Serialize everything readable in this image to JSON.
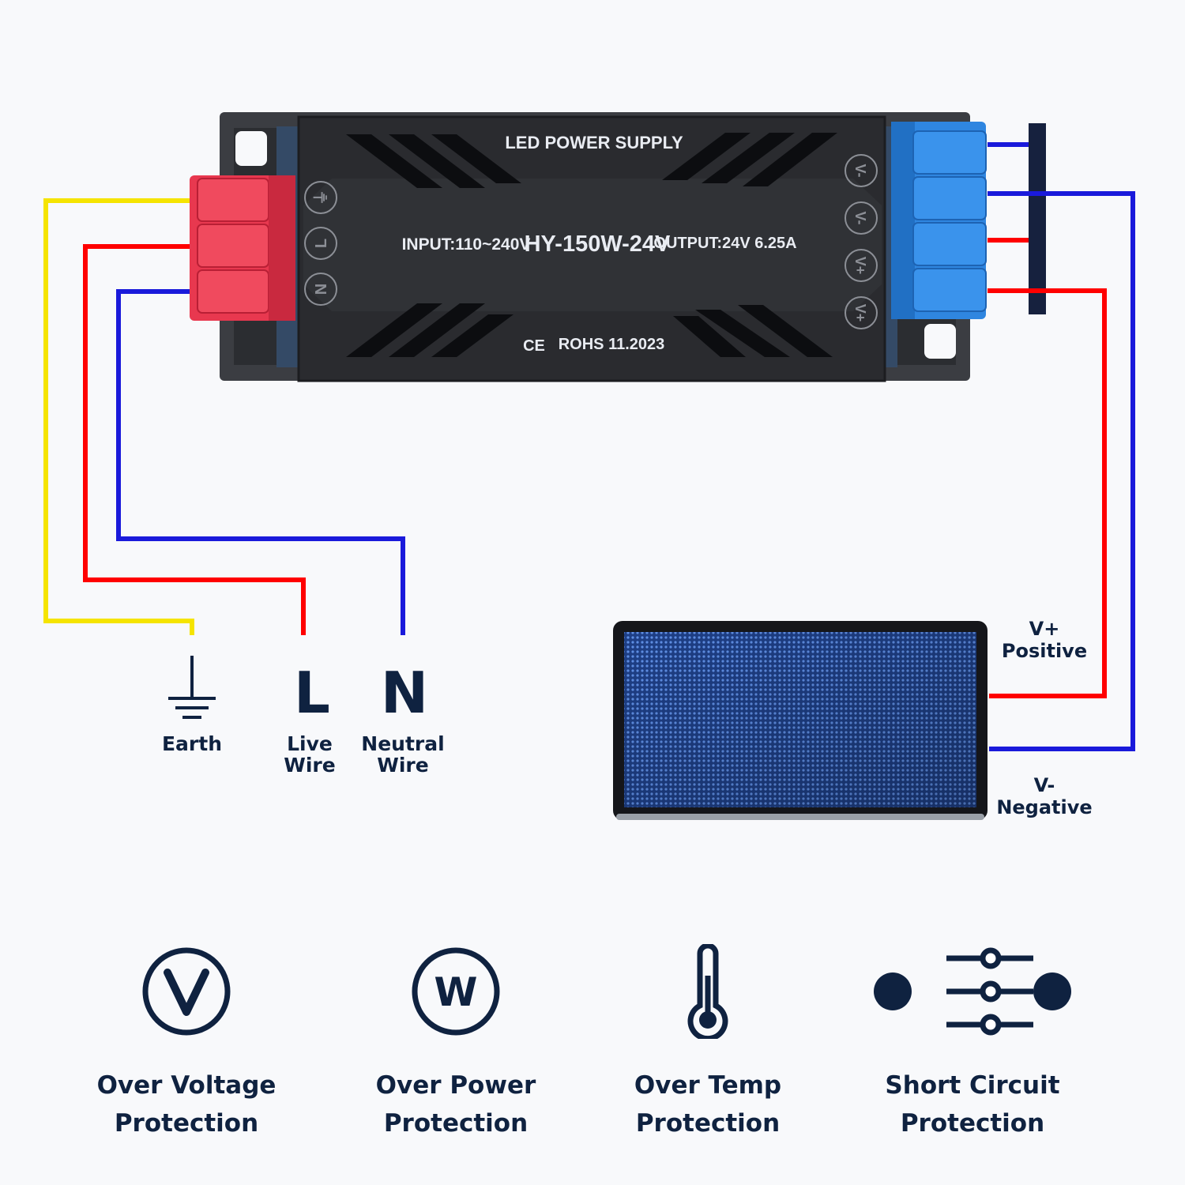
{
  "product": {
    "title": "LED POWER SUPPLY",
    "input": "INPUT:110~240V",
    "model": "HY-150W-24V",
    "output": "OUTPUT:24V 6.25A",
    "cert_mark": "CE",
    "cert": "ROHS 11.2023",
    "input_terminals": [
      "⏚",
      "L",
      "N"
    ],
    "output_terminals": [
      "V-",
      "V-",
      "V+",
      "V+"
    ]
  },
  "input_wires": [
    {
      "symbol": "",
      "label_lines": [
        "Earth"
      ],
      "color": "#f5e400"
    },
    {
      "symbol": "L",
      "label_lines": [
        "Live",
        "Wire"
      ],
      "color": "#ff0000"
    },
    {
      "symbol": "N",
      "label_lines": [
        "Neutral",
        "Wire"
      ],
      "color": "#1a1adb"
    }
  ],
  "output_wires": [
    {
      "label_lines": [
        "V+",
        "Positive"
      ],
      "color": "#ff0000"
    },
    {
      "label_lines": [
        "V-",
        "Negative"
      ],
      "color": "#1a1adb"
    }
  ],
  "features": [
    {
      "icon": "voltage-icon",
      "letter": "V",
      "lines": [
        "Over Voltage",
        "Protection"
      ]
    },
    {
      "icon": "power-icon",
      "letter": "W",
      "lines": [
        "Over Power",
        "Protection"
      ]
    },
    {
      "icon": "thermometer-icon",
      "letter": "",
      "lines": [
        "Over Temp",
        "Protection"
      ]
    },
    {
      "icon": "short-circuit-icon",
      "letter": "",
      "lines": [
        "Short Circuit",
        "Protection"
      ]
    }
  ],
  "colors": {
    "brand_navy": "#0f2240",
    "terminal_red": "#e8384f",
    "terminal_blue": "#2f86e0",
    "housing": "#2c2e33"
  }
}
